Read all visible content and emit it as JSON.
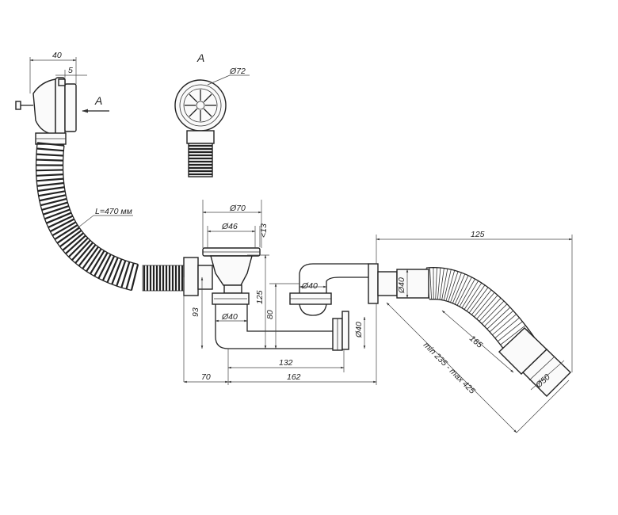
{
  "view_label": "A",
  "arrow_label": "A",
  "labels": {
    "d40_top": "40",
    "d5": "5",
    "d72": "Ø72",
    "hose_len": "L=470 мм",
    "d70": "Ø70",
    "d46": "Ø46",
    "d13": "<13",
    "d125_v": "125",
    "d93": "93",
    "d40_a": "Ø40",
    "d80": "80",
    "d40_b": "Ø40",
    "d40_c": "Ø40",
    "d40_d": "Ø40",
    "d132": "132",
    "d70_h": "70",
    "d162": "162",
    "d125_h": "125",
    "d165": "165",
    "minmax": "min 235 - max 425",
    "d50": "Ø50"
  }
}
